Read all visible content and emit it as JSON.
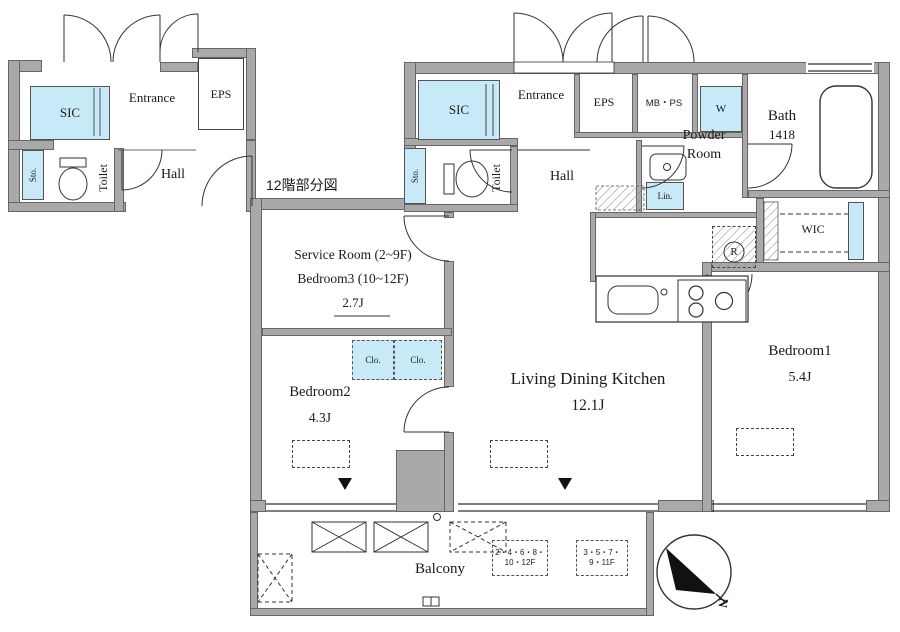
{
  "colors": {
    "wall_gray": "#a9a9a9",
    "closet_blue": "#c8e9f7",
    "line": "#333333"
  },
  "inset": {
    "caption": "12階部分図",
    "sic": "SIC",
    "entrance": "Entrance",
    "eps": "EPS",
    "sto": "Sto.",
    "toilet": "Toilet",
    "hall": "Hall"
  },
  "rooms": {
    "sic": "SIC",
    "entrance": "Entrance",
    "eps": "EPS",
    "mbps": "MB・PS",
    "washer": "W",
    "bath": "Bath",
    "bath_size": "1418",
    "powder1": "Powder",
    "powder2": "Room",
    "sto": "Sto.",
    "toilet": "Toilet",
    "hall": "Hall",
    "lin": "Lin.",
    "wic": "WIC",
    "fridge": "R",
    "service1": "Service Room (2~9F)",
    "service2": "Bedroom3 (10~12F)",
    "service_size": "2.7J",
    "bedroom2": "Bedroom2",
    "bedroom2_size": "4.3J",
    "clo1": "Clo.",
    "clo2": "Clo.",
    "ldk": "Living Dining Kitchen",
    "ldk_size": "12.1J",
    "bedroom1": "Bedroom1",
    "bedroom1_size": "5.4J",
    "balcony": "Balcony"
  },
  "tags": {
    "tag1_line1": "2・4・6・8・",
    "tag1_line2": "10・12F",
    "tag2_line1": "3・5・7・",
    "tag2_line2": "9・11F"
  },
  "compass": {
    "north": "N"
  }
}
